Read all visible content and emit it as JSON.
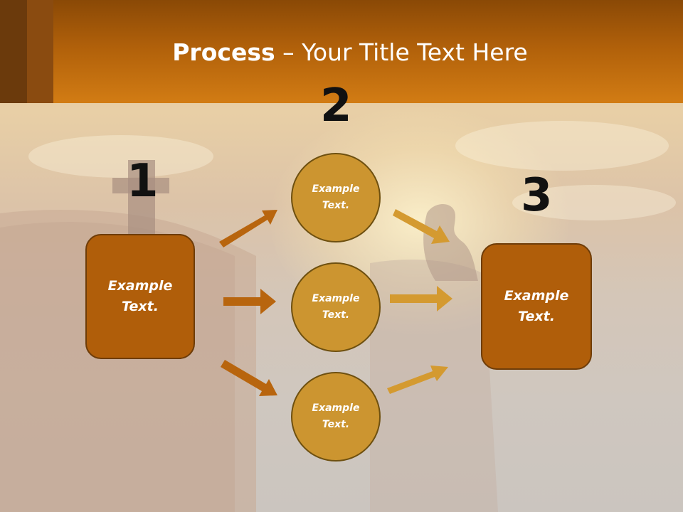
{
  "header": {
    "title_bold": "Process",
    "title_rest": " – Your Title Text Here"
  },
  "steps": [
    {
      "number": "1",
      "label": "Example\nText."
    },
    {
      "number": "2",
      "label": "Example\nText."
    },
    {
      "number": "3",
      "label": "Example\nText."
    }
  ],
  "circles": [
    {
      "label": "Example\nText."
    },
    {
      "label": "Example\nText."
    },
    {
      "label": "Example\nText."
    }
  ],
  "colors": {
    "header_dark": "#8a4906",
    "header_light": "#d27c14",
    "box_fill": "#b05e0a",
    "circle_fill": "#cc9530",
    "arrow_dark": "#b8650e",
    "arrow_light": "#d49a30"
  }
}
